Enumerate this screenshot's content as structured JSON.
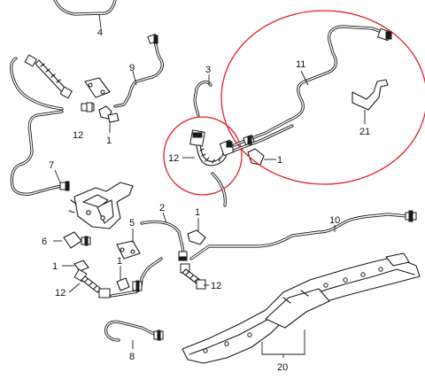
{
  "colors": {
    "highlight": "#e0202a",
    "ink": "#1a1a1a",
    "background": "#ffffff"
  },
  "callouts": {
    "c4": "4",
    "c9": "9",
    "c3": "3",
    "c11": "11",
    "c21": "21",
    "c12_upper_left": "12",
    "c1_upper_left": "1",
    "c12_circle": "12",
    "c1_circle": "1",
    "c7": "7",
    "c2": "2",
    "c1_mid": "1",
    "c10": "10",
    "c6": "6",
    "c5": "5",
    "c1_left": "1",
    "c1_center": "1",
    "c12_lower_left": "12",
    "c12_lower_right": "12",
    "c8": "8",
    "c20": "20"
  }
}
